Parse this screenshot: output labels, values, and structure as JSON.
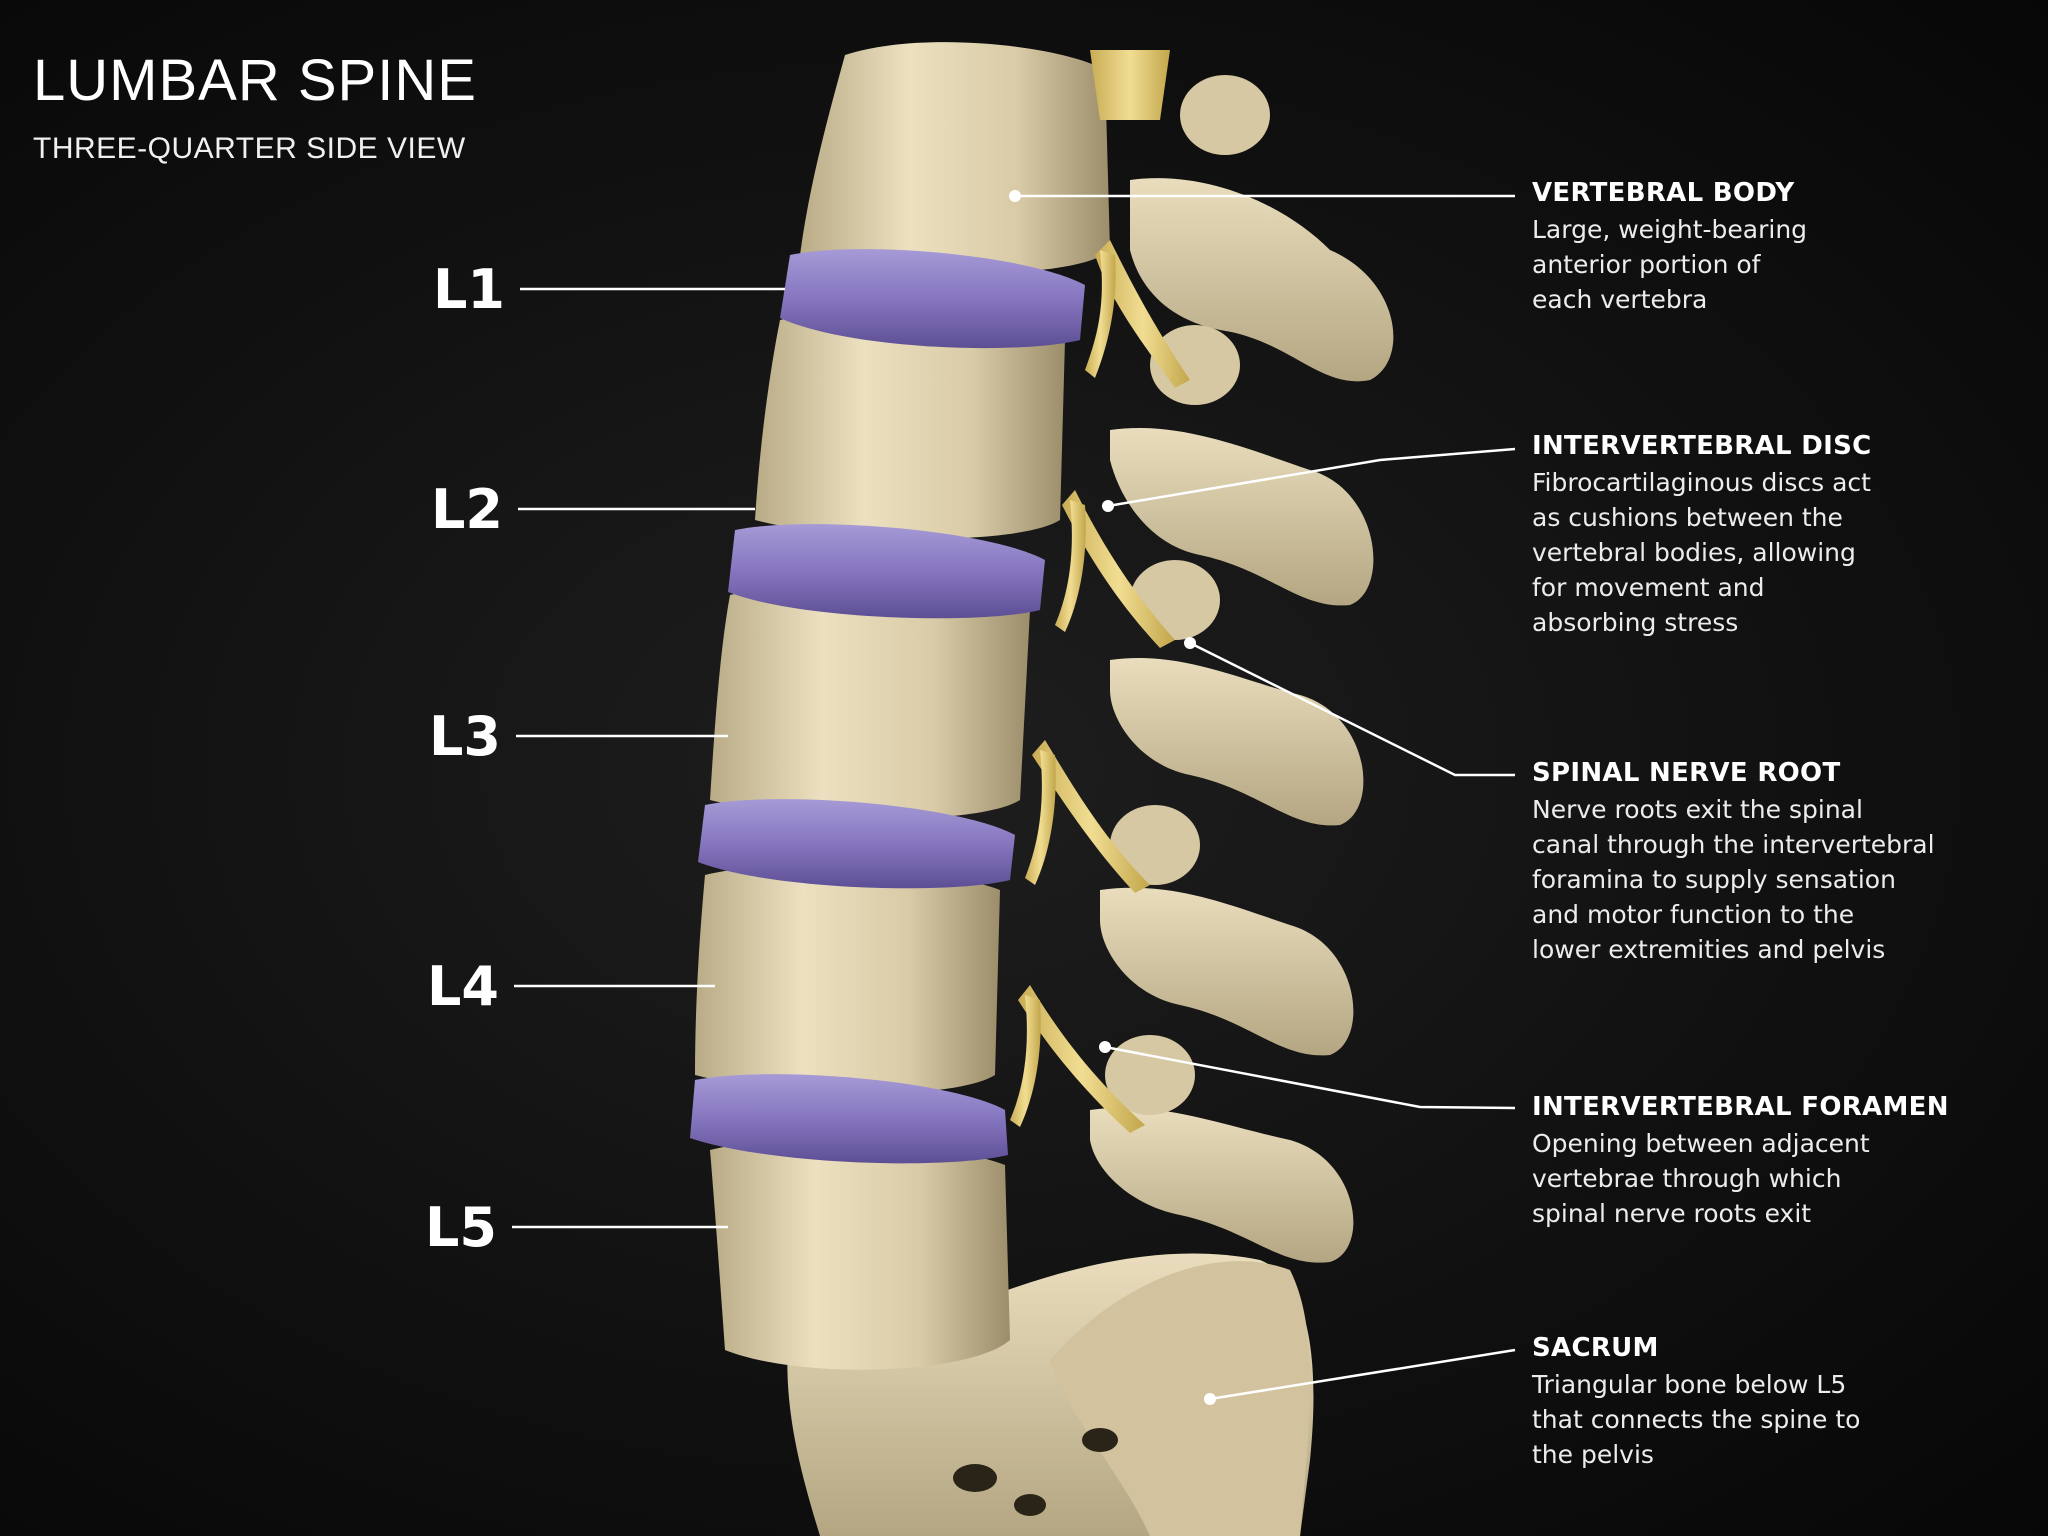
{
  "header": {
    "title": "LUMBAR SPINE",
    "subtitle": "THREE-QUARTER SIDE VIEW"
  },
  "vertebrae": [
    {
      "label": "L1"
    },
    {
      "label": "L2"
    },
    {
      "label": "L3"
    },
    {
      "label": "L4"
    },
    {
      "label": "L5"
    }
  ],
  "callouts": [
    {
      "title": "VERTEBRAL BODY",
      "desc": "Large, weight-bearing\nanterior portion of\neach vertebra"
    },
    {
      "title": "INTERVERTEBRAL DISC",
      "desc": "Fibrocartilaginous discs act\nas cushions between the\nvertebral bodies, allowing\nfor movement and\nabsorbing stress"
    },
    {
      "title": "SPINAL NERVE ROOT",
      "desc": "Nerve roots exit the spinal\ncanal through the intervertebral\nforamina to supply sensation\nand motor function to the\nlower extremities and pelvis"
    },
    {
      "title": "INTERVERTEBRAL FORAMEN",
      "desc": "Opening between adjacent\nvertebrae through which\nspinal nerve roots exit"
    },
    {
      "title": "SACRUM",
      "desc": "Triangular bone below L5\nthat connects the spine to\nthe pelvis"
    }
  ],
  "colors": {
    "bone": "#d8cba8",
    "bone_shadow": "#a89a76",
    "disc": "#8f80c4",
    "nerve": "#e6cf7a",
    "leader": "#ffffff"
  }
}
